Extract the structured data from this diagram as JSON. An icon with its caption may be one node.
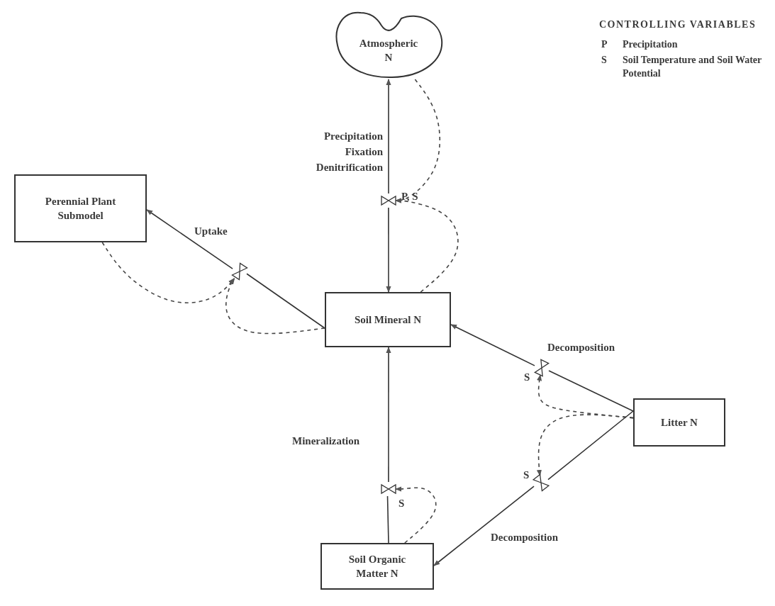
{
  "diagram": {
    "nodes": [
      {
        "text": [
          "Atmospheric N"
        ]
      },
      {
        "text": [
          "Perennial Plant Submodel"
        ]
      },
      {
        "text": [
          "Soil Mineral N"
        ]
      },
      {
        "text": [
          "Litter N"
        ]
      },
      {
        "text": [
          "Soil Organic Matter N"
        ]
      },
      {
        "text": [],
        "shape": "valve",
        "beside": [
          "P, S"
        ]
      },
      {
        "text": [],
        "shape": "valve"
      },
      {
        "text": [],
        "shape": "valve",
        "beside": [
          "S"
        ]
      },
      {
        "text": [],
        "shape": "valve",
        "beside": [
          "S"
        ]
      },
      {
        "text": [],
        "shape": "valve",
        "beside": [
          "S"
        ]
      }
    ],
    "edges": [
      {
        "from": 5,
        "to": 0,
        "arrow": "to",
        "label": "Precipitation Fixation Denitrification"
      },
      {
        "from": 5,
        "to": 2,
        "arrow": "to"
      },
      {
        "from": 2,
        "to": 6,
        "arrow": "none"
      },
      {
        "from": 6,
        "to": 1,
        "arrow": "to",
        "label": "Uptake"
      },
      {
        "from": 4,
        "to": 7,
        "arrow": "none"
      },
      {
        "from": 7,
        "to": 2,
        "arrow": "to",
        "label": "Mineralization"
      },
      {
        "from": 3,
        "to": 8,
        "arrow": "none",
        "label": "Decomposition"
      },
      {
        "from": 8,
        "to": 2,
        "arrow": "to"
      },
      {
        "from": 3,
        "to": 9,
        "arrow": "none"
      },
      {
        "from": 9,
        "to": 4,
        "arrow": "to",
        "label": "Decomposition"
      },
      {
        "from": 0,
        "to": 5,
        "arrow": "to",
        "style": "dashed"
      },
      {
        "from": 2,
        "to": 5,
        "arrow": "to",
        "style": "dashed"
      },
      {
        "from": 1,
        "to": 6,
        "arrow": "to",
        "style": "dashed"
      },
      {
        "from": 2,
        "to": 6,
        "arrow": "to",
        "style": "dashed"
      },
      {
        "from": 4,
        "to": 7,
        "arrow": "to",
        "style": "dashed"
      },
      {
        "from": 3,
        "to": 8,
        "arrow": "to",
        "style": "dashed"
      },
      {
        "from": 3,
        "to": 9,
        "arrow": "to",
        "style": "dashed"
      }
    ],
    "labels": [
      "CONTROLLING VARIABLES",
      "P",
      "Precipitation",
      "S",
      "Soil Temperature and Soil Water Potential"
    ]
  }
}
